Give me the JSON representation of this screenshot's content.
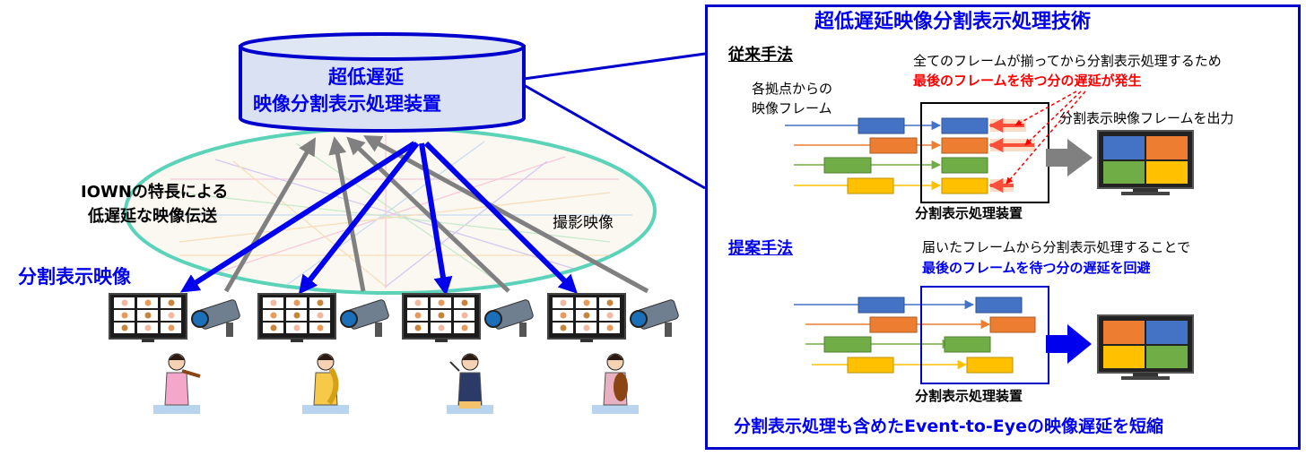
{
  "left": {
    "device_label_line1": "超低遅延",
    "device_label_line2": "映像分割表示処理装置",
    "iown_line1": "IOWNの特長による",
    "iown_line2": "低遅延な映像伝送",
    "split_display_label": "分割表示映像",
    "captured_label": "撮影映像",
    "performers": [
      "violinist-icon",
      "saxophonist-icon",
      "conductor-icon",
      "cellist-icon"
    ]
  },
  "right": {
    "title": "超低遅延映像分割表示処理技術",
    "conventional": {
      "heading": "従来手法",
      "note_line1": "全てのフレームが揃ってから分割表示処理するため",
      "note_line2": "最後のフレームを待つ分の遅延が発生",
      "input_line1": "各拠点からの",
      "input_line2": "映像フレーム",
      "output_label": "分割表示映像フレームを出力",
      "device_label": "分割表示処理装置"
    },
    "proposed": {
      "heading": "提案手法",
      "note_line1": "届いたフレームから分割表示処理することで",
      "note_line2": "最後のフレームを待つ分の遅延を回避",
      "device_label": "分割表示処理装置"
    },
    "conclusion": "分割表示処理も含めたEvent-to-Eyeの映像遅延を短縮"
  },
  "colors": {
    "accent_blue": "#0000ee",
    "accent_red": "#ff0000",
    "frame_blue": "#4472c4",
    "frame_orange": "#ed7d31",
    "frame_green": "#70ad47",
    "frame_yellow": "#ffc000"
  }
}
